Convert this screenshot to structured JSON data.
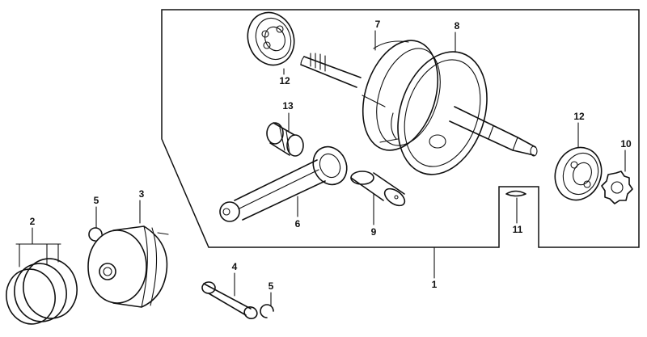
{
  "diagram": {
    "callouts": [
      {
        "id": "c1",
        "text": "1"
      },
      {
        "id": "c2",
        "text": "2"
      },
      {
        "id": "c3",
        "text": "3"
      },
      {
        "id": "c4",
        "text": "4"
      },
      {
        "id": "c5a",
        "text": "5"
      },
      {
        "id": "c5b",
        "text": "5"
      },
      {
        "id": "c6",
        "text": "6"
      },
      {
        "id": "c7",
        "text": "7"
      },
      {
        "id": "c8",
        "text": "8"
      },
      {
        "id": "c9",
        "text": "9"
      },
      {
        "id": "c10",
        "text": "10"
      },
      {
        "id": "c11",
        "text": "11"
      },
      {
        "id": "c12a",
        "text": "12"
      },
      {
        "id": "c12b",
        "text": "12"
      },
      {
        "id": "c13",
        "text": "13"
      }
    ]
  }
}
